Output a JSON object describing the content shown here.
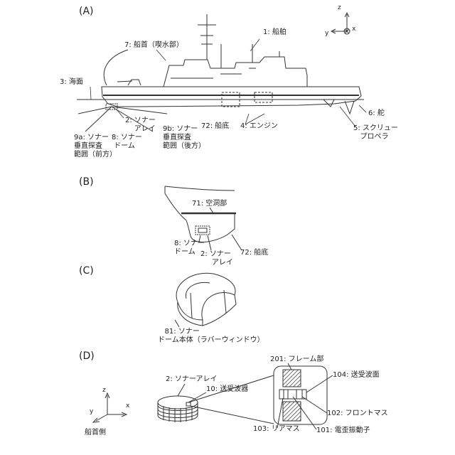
{
  "panels": {
    "a": "(A)",
    "b": "(B)",
    "c": "(C)",
    "d": "(D)"
  },
  "panel_a": {
    "ship": "1: 船舶",
    "bow": "7: 船首（喫水部）",
    "sea_surface": "3: 海面",
    "sonar_array": [
      "2: ソナー",
      "アレイ"
    ],
    "sonar_dome": [
      "8: ソナー",
      "ドーム"
    ],
    "range_front": [
      "9a: ソナー",
      "垂直探査",
      "範囲（前方）"
    ],
    "range_rear": [
      "9b: ソナー",
      "垂直探査",
      "範囲（後方）"
    ],
    "hull_bottom": "72: 船底",
    "engine": "4: エンジン",
    "rudder": "6: 舵",
    "propeller": [
      "5: スクリュー",
      "プロペラ"
    ],
    "axis_z": "z",
    "axis_x": "x",
    "axis_y": "y"
  },
  "panel_b": {
    "cavity": "71: 空洞部",
    "sonar_dome": [
      "8: ソナー",
      "ドーム"
    ],
    "sonar_array": [
      "2: ソナー",
      "アレイ"
    ],
    "hull_bottom": "72: 船底"
  },
  "panel_c": {
    "dome_body": [
      "81: ソナー",
      "ドーム本体（ラバーウィンドウ）"
    ]
  },
  "panel_d": {
    "sonar_array": "2: ソナーアレイ",
    "transducer": "10: 送受波器",
    "frame": "201: フレーム部",
    "tx_face": "104: 送受波面",
    "front_mass": "102: フロントマス",
    "rear_mass": "103: リアマス",
    "piezo": "101: 電歪振動子",
    "bow_side": "船首側",
    "axis_z": "z",
    "axis_x": "x",
    "axis_y": "y"
  }
}
